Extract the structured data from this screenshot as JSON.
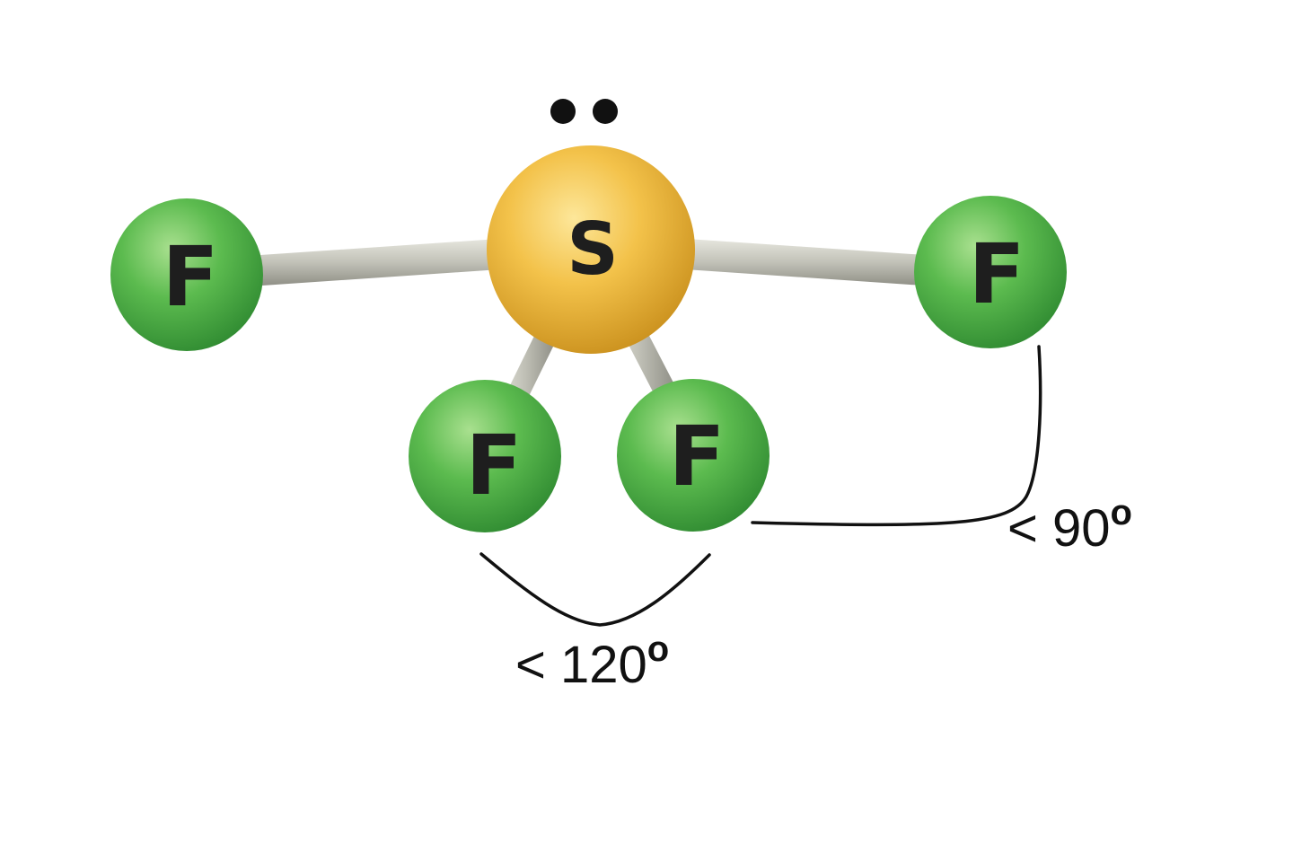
{
  "molecule": {
    "central_atom": {
      "label": "S",
      "color": "#f0b83a"
    },
    "ligand_label": "F",
    "ligand_color": "#4caa46",
    "bond_color": "#c8c8c0",
    "lone_pair": "••"
  },
  "angles": {
    "equatorial": "< 120",
    "axial": "< 90",
    "degree_symbol": "o"
  }
}
